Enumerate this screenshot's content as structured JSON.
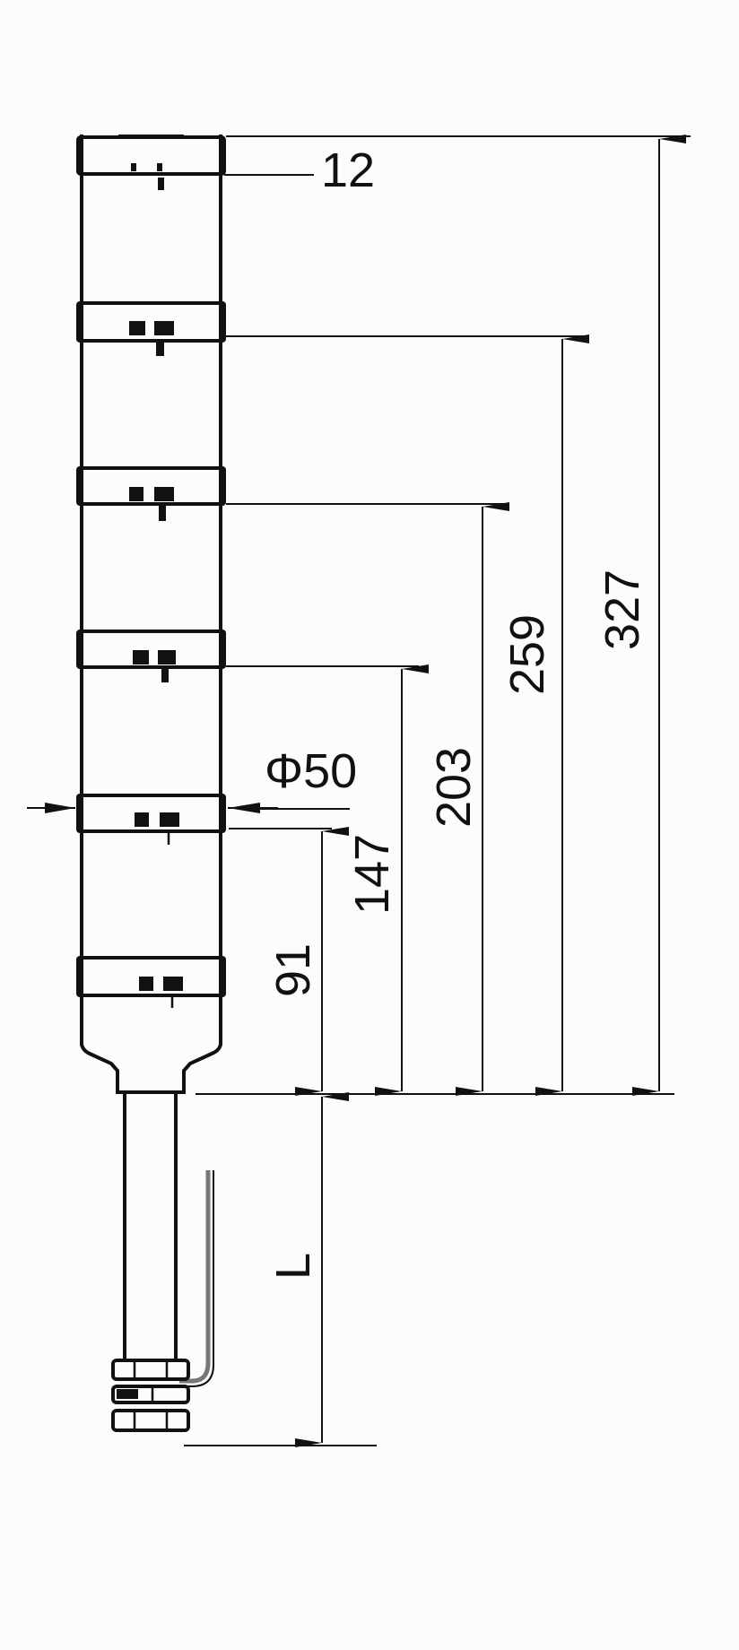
{
  "dimensions": {
    "tier_height": "12",
    "height_total": "327",
    "height_4_tier": "259",
    "height_3_tier": "203",
    "height_2_tier": "147",
    "height_1_tier": "91",
    "diameter": "Φ50",
    "mount_length": "L"
  },
  "tiers": 6,
  "colors": {
    "line": "#111111",
    "background": "#fcfcfc",
    "cable": "#777777"
  }
}
